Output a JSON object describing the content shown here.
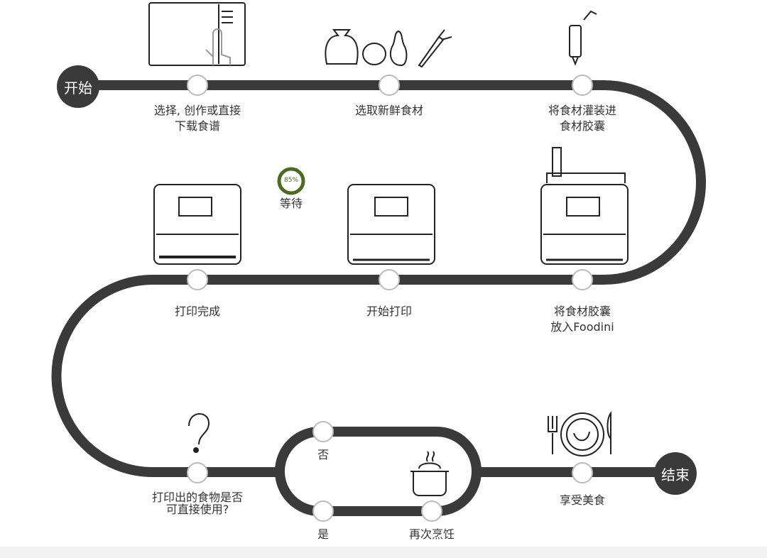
{
  "terminals": {
    "start": "开始",
    "end": "结束"
  },
  "steps": [
    {
      "line1": "选择, 创作或直接",
      "line2": "下载食谱"
    },
    {
      "line1": "选取新鲜食材",
      "line2": ""
    },
    {
      "line1": "将食材灌装进",
      "line2": "食材胶囊"
    },
    {
      "line1": "将食材胶囊",
      "line2": "放入Foodini"
    },
    {
      "line1": "开始打印",
      "line2": ""
    },
    {
      "line1": "打印完成",
      "line2": ""
    },
    {
      "line1": "打印出的食物是否",
      "line2": "可直接使用?"
    },
    {
      "line1": "否",
      "line2": ""
    },
    {
      "line1": "是",
      "line2": ""
    },
    {
      "line1": "再次烹饪",
      "line2": ""
    },
    {
      "line1": "享受美食",
      "line2": ""
    }
  ],
  "wait": {
    "label": "等待",
    "badge": "85%"
  },
  "colors": {
    "track": "#3a3a3a",
    "wait_ring": "#4d6b1e"
  }
}
